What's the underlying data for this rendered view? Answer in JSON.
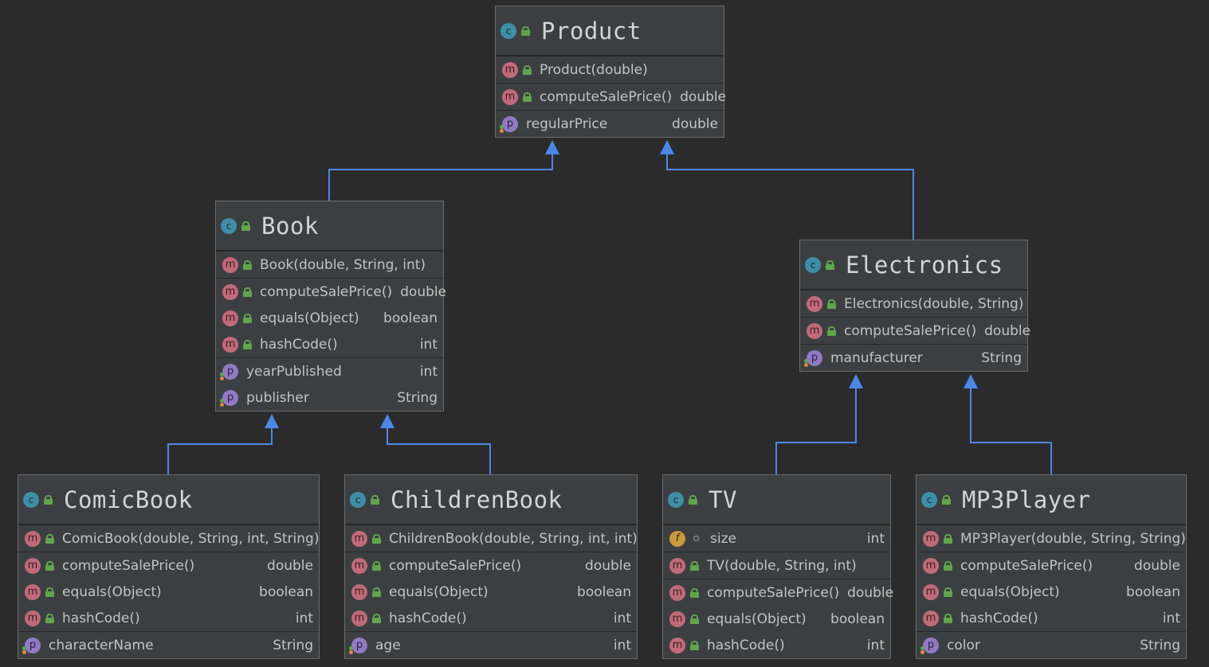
{
  "colors": {
    "background": "#2b2b2b",
    "class_box": "#3c3f41",
    "arrow": "#4a88e8",
    "class_icon": "#3d8fa7",
    "method_icon": "#c16a7a",
    "property_icon": "#9179c4",
    "field_icon": "#c9993d",
    "public_lock": "#5fa64a"
  },
  "icons": {
    "class": "c",
    "method": "m",
    "property": "p",
    "field": "f"
  },
  "classes": {
    "product": {
      "name": "Product",
      "constructors": [
        {
          "label": "Product(double)",
          "type": ""
        }
      ],
      "methods": [
        {
          "label": "computeSalePrice()",
          "type": "double"
        }
      ],
      "properties": [
        {
          "label": "regularPrice",
          "type": "double"
        }
      ]
    },
    "book": {
      "name": "Book",
      "constructors": [
        {
          "label": "Book(double, String, int)",
          "type": ""
        }
      ],
      "methods": [
        {
          "label": "computeSalePrice()",
          "type": "double"
        },
        {
          "label": "equals(Object)",
          "type": "boolean"
        },
        {
          "label": "hashCode()",
          "type": "int"
        }
      ],
      "properties": [
        {
          "label": "yearPublished",
          "type": "int"
        },
        {
          "label": "publisher",
          "type": "String"
        }
      ]
    },
    "electronics": {
      "name": "Electronics",
      "constructors": [
        {
          "label": "Electronics(double, String)",
          "type": ""
        }
      ],
      "methods": [
        {
          "label": "computeSalePrice()",
          "type": "double"
        }
      ],
      "properties": [
        {
          "label": "manufacturer",
          "type": "String"
        }
      ]
    },
    "comicbook": {
      "name": "ComicBook",
      "constructors": [
        {
          "label": "ComicBook(double, String, int, String)",
          "type": ""
        }
      ],
      "methods": [
        {
          "label": "computeSalePrice()",
          "type": "double"
        },
        {
          "label": "equals(Object)",
          "type": "boolean"
        },
        {
          "label": "hashCode()",
          "type": "int"
        }
      ],
      "properties": [
        {
          "label": "characterName",
          "type": "String"
        }
      ]
    },
    "childrenbook": {
      "name": "ChildrenBook",
      "constructors": [
        {
          "label": "ChildrenBook(double, String, int, int)",
          "type": ""
        }
      ],
      "methods": [
        {
          "label": "computeSalePrice()",
          "type": "double"
        },
        {
          "label": "equals(Object)",
          "type": "boolean"
        },
        {
          "label": "hashCode()",
          "type": "int"
        }
      ],
      "properties": [
        {
          "label": "age",
          "type": "int"
        }
      ]
    },
    "tv": {
      "name": "TV",
      "fields": [
        {
          "label": "size",
          "type": "int"
        }
      ],
      "constructors": [
        {
          "label": "TV(double, String, int)",
          "type": ""
        }
      ],
      "methods": [
        {
          "label": "computeSalePrice()",
          "type": "double"
        },
        {
          "label": "equals(Object)",
          "type": "boolean"
        },
        {
          "label": "hashCode()",
          "type": "int"
        }
      ]
    },
    "mp3player": {
      "name": "MP3Player",
      "constructors": [
        {
          "label": "MP3Player(double, String, String)",
          "type": ""
        }
      ],
      "methods": [
        {
          "label": "computeSalePrice()",
          "type": "double"
        },
        {
          "label": "equals(Object)",
          "type": "boolean"
        },
        {
          "label": "hashCode()",
          "type": "int"
        }
      ],
      "properties": [
        {
          "label": "color",
          "type": "String"
        }
      ]
    }
  }
}
